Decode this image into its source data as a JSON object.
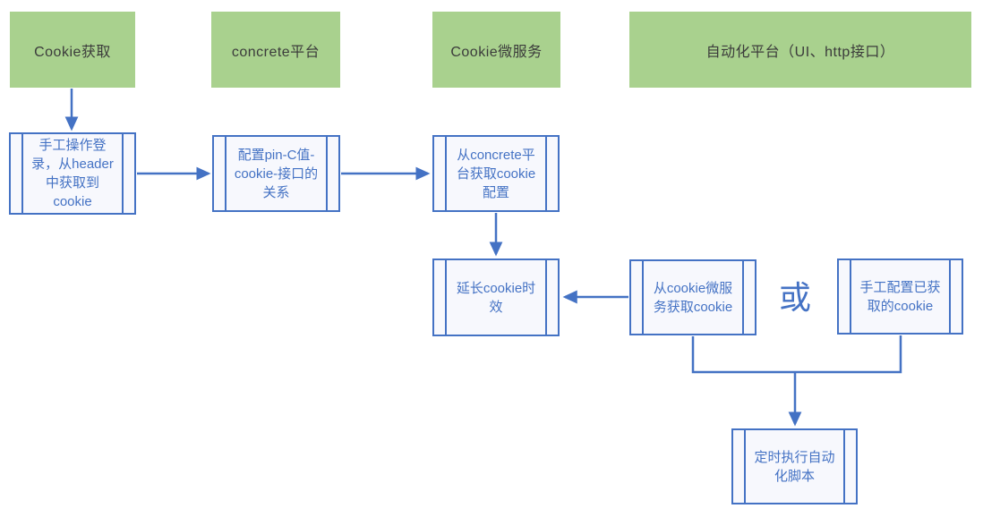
{
  "theme": {
    "lane_fill": "#a9d18e",
    "lane_text": "#3b3b3b",
    "node_border": "#4472c4",
    "node_fill": "#f7f8fd",
    "node_text": "#4472c4",
    "connector": "#4472c4",
    "background": "#ffffff"
  },
  "diagram": {
    "lanes": [
      {
        "label": "Cookie获取"
      },
      {
        "label": "concrete平台"
      },
      {
        "label": "Cookie微服务"
      },
      {
        "label": "自动化平台（UI、http接口）"
      }
    ],
    "nodes": {
      "manual_login": {
        "label": "手工操作登\n录，从header\n中获取到\ncookie"
      },
      "configure_pin_mapping": {
        "label": "配置pin-C值-\ncookie-接口的\n关系"
      },
      "fetch_cookie_config": {
        "label": "从concrete平\n台获取cookie\n配置"
      },
      "extend_cookie_ttl": {
        "label": "延长cookie时\n效"
      },
      "fetch_from_cookie_service": {
        "label": "从cookie微服\n务获取cookie"
      },
      "manual_configure_cookie": {
        "label": "手工配置已获\n取的cookie"
      },
      "scheduled_script": {
        "label": "定时执行自动\n化脚本"
      }
    },
    "or_label": "或"
  }
}
